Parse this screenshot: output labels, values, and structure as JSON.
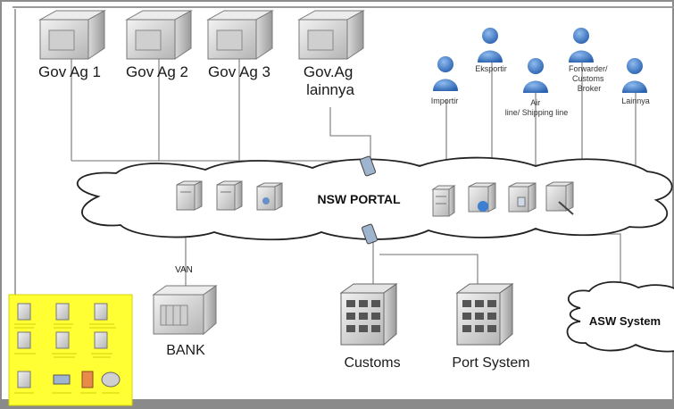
{
  "diagram": {
    "agencies": [
      "Gov Ag 1",
      "Gov Ag 2",
      "Gov Ag 3",
      "Gov.Ag lainnya"
    ],
    "users": [
      "Importir",
      "Eksportir",
      "Air line/ Shipping line",
      "Forwarder/ Customs Broker",
      "Lainnya"
    ],
    "portal": "NSW PORTAL",
    "van": "VAN",
    "bank": "BANK",
    "customs": "Customs",
    "port": "Port System",
    "asw": "ASW System"
  },
  "colors": {
    "border": "#8c8c8c",
    "bottom_bar": "#8a8a8a",
    "legend_bg": "#ffff33",
    "person": "#3a78c9",
    "line": "#8c8c8c"
  }
}
